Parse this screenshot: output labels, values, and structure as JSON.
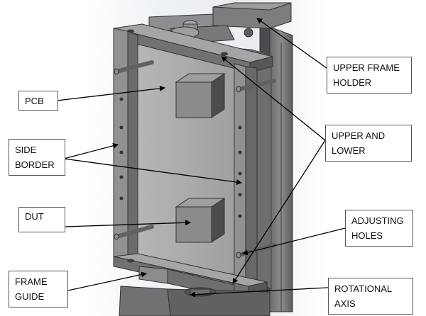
{
  "labels": {
    "pcb": "PCB",
    "side_border": [
      "SIDE",
      "BORDER"
    ],
    "dut": "DUT",
    "frame_guide": [
      "FRAME",
      "GUIDE"
    ],
    "upper_frame_holder": [
      "UPPER FRAME",
      "HOLDER"
    ],
    "upper_and_lower": [
      "UPPER AND",
      "LOWER"
    ],
    "adjusting_holes": [
      "ADJUSTING",
      "HOLES"
    ],
    "rotational_axis": [
      "ROTATIONAL",
      "AXIS"
    ]
  }
}
